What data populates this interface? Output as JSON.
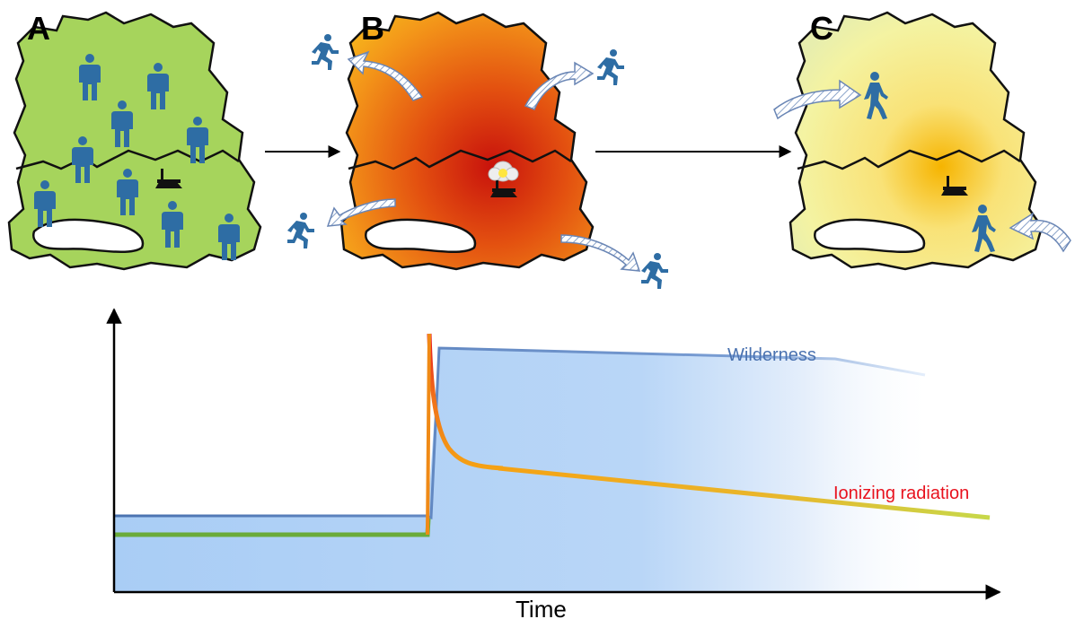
{
  "panels": [
    {
      "letter": "A",
      "state": "before accident",
      "map_fill": "#a6d45c"
    },
    {
      "letter": "B",
      "state": "accident",
      "map_fill": "radial orange-red"
    },
    {
      "letter": "C",
      "state": "after",
      "map_fill": "radial yellow"
    }
  ],
  "colors": {
    "person": "#2e6da4",
    "wilderness_line": "#4a72b0",
    "wilderness_fill": "#a9cdf5",
    "radiation_green": "#6aab3a",
    "radiation_red": "#e8121e",
    "radiation_orange": "#f5a214",
    "radiation_yellowgreen": "#c7d84a"
  },
  "icons": [
    "person-standing-icon",
    "person-running-icon",
    "person-walking-icon",
    "power-plant-icon",
    "explosion-icon",
    "curved-arrow-icon"
  ],
  "plot": {
    "xlabel": "Time",
    "series": [
      {
        "name": "Wilderness",
        "color": "#4a72b0"
      },
      {
        "name": "Ionizing radiation",
        "color": "#e8121e"
      }
    ]
  }
}
